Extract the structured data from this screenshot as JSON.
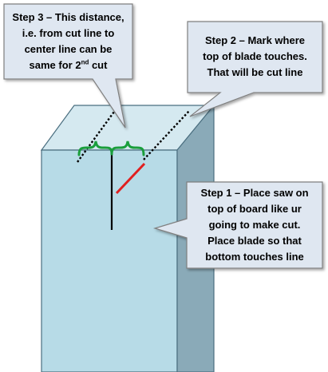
{
  "colors": {
    "callout_fill": "#dfe7f1",
    "callout_stroke": "#7f7f7f",
    "board_front": "#b7dbe7",
    "board_top": "#d5e9f0",
    "board_side": "#8aaab8",
    "board_edge": "#4b6f80",
    "center_line": "#000000",
    "cut_line": "#000000",
    "saw_line": "#e02020",
    "brace": "#1a9e3c"
  },
  "callouts": {
    "step3": {
      "line1": "Step 3 – This distance,",
      "line2": "i.e. from cut line to",
      "line3": "center line can be",
      "line4_pre": "same for 2",
      "line4_sup": "nd",
      "line4_post": " cut"
    },
    "step2": {
      "line1": "Step 2 – Mark where",
      "line2": "top of blade touches.",
      "line3": "That will be cut line"
    },
    "step1": {
      "line1": "Step 1 – Place saw on",
      "line2": "top of board like ur",
      "line3": "going to make cut.",
      "line4": "Place blade so that",
      "line5": "bottom touches line"
    }
  }
}
